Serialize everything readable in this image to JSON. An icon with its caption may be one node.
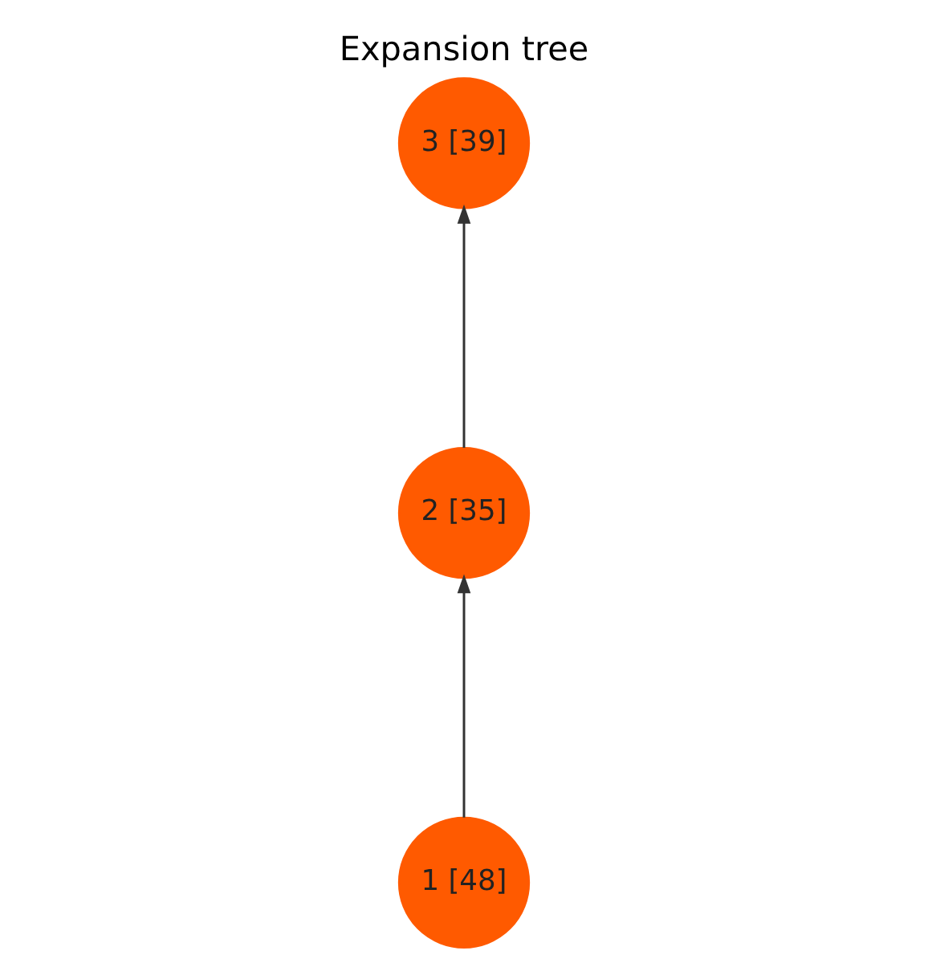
{
  "diagram": {
    "title": "Expansion tree",
    "nodes": [
      {
        "text": [
          "3 [39]"
        ]
      },
      {
        "text": [
          "2 [35]"
        ]
      },
      {
        "text": [
          "1 [48]"
        ]
      }
    ],
    "edges": [
      {
        "from": 2,
        "to": 1,
        "arrow": "to"
      },
      {
        "from": 1,
        "to": 0,
        "arrow": "to"
      }
    ]
  }
}
